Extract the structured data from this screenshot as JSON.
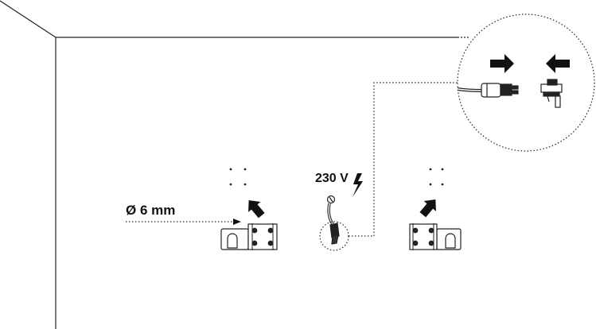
{
  "diagram": {
    "drill_label": "Ø 6 mm",
    "voltage_label": "230 V",
    "icons": [
      "wall-corner",
      "drill-hole-pattern",
      "mounting-bracket",
      "power-cable",
      "electric-hazard-bolt",
      "connector-plug",
      "connector-socket",
      "push-arrow",
      "zoom-callout-circle"
    ],
    "colors": {
      "line": "#222222",
      "background": "#ffffff",
      "arrow_fill": "#111111"
    }
  }
}
